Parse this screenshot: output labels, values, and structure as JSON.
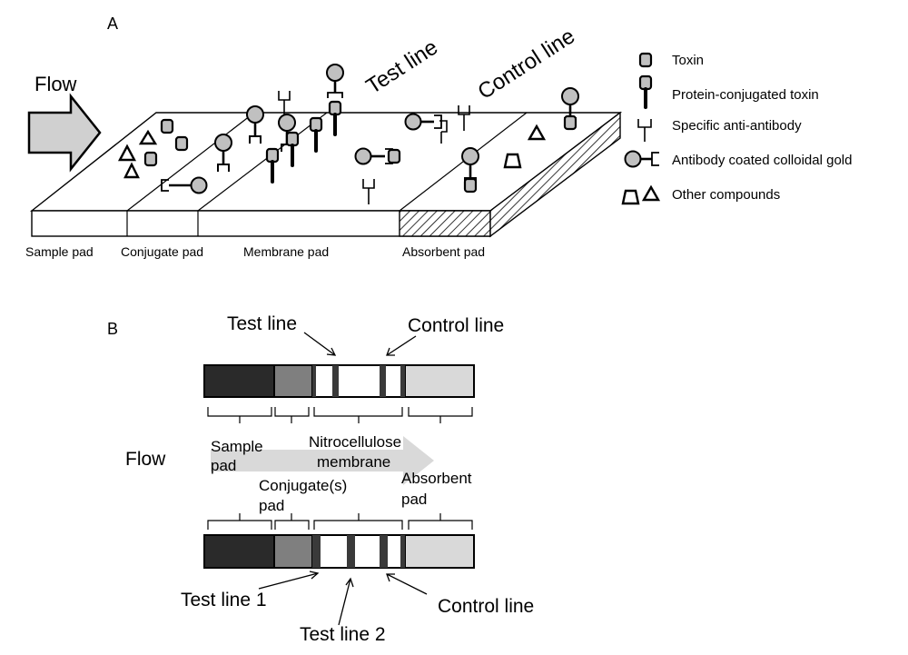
{
  "panel_a": {
    "letter": "A",
    "flow_label": "Flow",
    "test_line_label": "Test line",
    "control_line_label": "Control line",
    "pads": [
      "Sample pad",
      "Conjugate pad",
      "Membrane pad",
      "Absorbent pad"
    ],
    "legend": [
      {
        "icon": "toxin-icon",
        "label": "Toxin"
      },
      {
        "icon": "protein-conjugated-toxin-icon",
        "label": "Protein-conjugated toxin"
      },
      {
        "icon": "anti-antibody-icon",
        "label": "Specific anti-antibody"
      },
      {
        "icon": "colloidal-gold-antibody-icon",
        "label": "Antibody coated colloidal gold"
      },
      {
        "icon": "other-compounds-icon",
        "label": "Other  compounds"
      }
    ]
  },
  "panel_b": {
    "letter": "B",
    "flow_label": "Flow",
    "strip1": {
      "test_line": "Test line",
      "control_line": "Control line"
    },
    "sections": {
      "sample_l1": "Sample",
      "sample_l2": "pad",
      "nitro_l1": "Nitrocellulose",
      "nitro_l2": "membrane",
      "conj_l1": "Conjugate(s)",
      "conj_l2": "pad",
      "abs_l1": "Absorbent",
      "abs_l2": "pad"
    },
    "strip2": {
      "test_line_1": "Test line 1",
      "test_line_2": "Test line 2",
      "control_line": "Control line"
    }
  },
  "colors": {
    "sample_pad": "#2a2a2a",
    "conjugate_pad": "#7f7f7f",
    "absorbent_pad": "#d9d9d9",
    "line_band": "#3a3a3a",
    "flow_arrow": "#d0d0d0",
    "gold_particle": "#c0c0c0"
  }
}
